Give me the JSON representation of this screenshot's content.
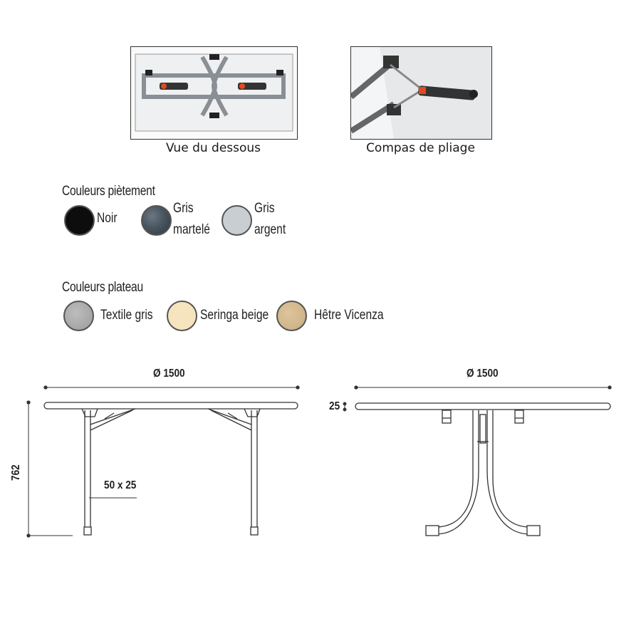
{
  "photos": {
    "underside_caption": "Vue du dessous",
    "folding_caption": "Compas de pliage"
  },
  "frame_colors": {
    "heading": "Couleurs piètement",
    "swatches": [
      {
        "lines": [
          "Noir"
        ],
        "color": "#0d0d0d"
      },
      {
        "lines": [
          "Gris",
          "martelé"
        ],
        "color": "#4a5560"
      },
      {
        "lines": [
          "Gris",
          "argent"
        ],
        "color": "#c9ced2"
      }
    ]
  },
  "top_colors": {
    "heading": "Couleurs plateau",
    "swatches": [
      {
        "label": "Textile gris",
        "color": "#a9a9a9"
      },
      {
        "label": "Seringa beige",
        "color": "#f6e4bf"
      },
      {
        "label": "Hêtre Vicenza",
        "color": "#d2b78c"
      }
    ]
  },
  "dimensions": {
    "left_diameter": "Ø 1500",
    "right_diameter": "Ø 1500",
    "height": "762",
    "tube": "50 x 25",
    "thickness": "25"
  }
}
